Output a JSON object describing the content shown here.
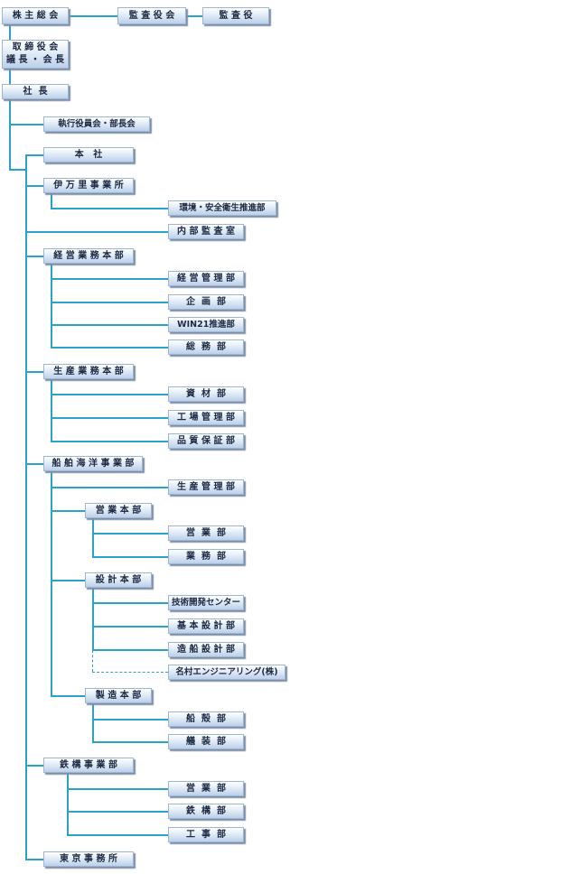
{
  "org": {
    "shareholders": "株 主 総 会",
    "auditors_board": "監 査 役 会",
    "auditor": "監 査 役",
    "board": "取 締 役 会\n議 長 ・ 会 長",
    "president": "社  長",
    "exec_committee": "執行役員会・部長会",
    "head_office": "本   社",
    "imari": "伊 万 里 事 業 所",
    "env_safety": "環境・安全衛生推進部",
    "internal_audit": "内 部 監 査 室",
    "mgmt_hq": "経 営 業 務 本 部",
    "mgmt_control": "経 営 管 理 部",
    "planning": "企  画  部",
    "win21": "WIN21推進部",
    "general_affairs": "総  務  部",
    "prod_hq": "生 産 業 務 本 部",
    "materials": "資  材  部",
    "factory_mgmt": "工 場 管 理 部",
    "quality": "品 質 保 証 部",
    "marine_div": "船 舶 海 洋 事 業 部",
    "prod_mgmt": "生 産 管 理 部",
    "sales_hq": "営 業 本 部",
    "sales": "営  業  部",
    "business": "業  務  部",
    "design_hq": "設 計 本 部",
    "tech_dev": "技術開発センター",
    "basic_design": "基 本 設 計 部",
    "ship_design": "造 船 設 計 部",
    "nakamura": "名村エンジニアリング(株)",
    "mfg_hq": "製 造 本 部",
    "hull": "船  殻  部",
    "outfitting": "艤  装  部",
    "steel_div": "鉄 構 事 業 部",
    "steel_sales": "営  業  部",
    "steel_struct": "鉄  構  部",
    "construction": "工  事  部",
    "tokyo": "東 京 事 務 所"
  },
  "colors": {
    "line": "#2aa2c9",
    "box_top": "#ffffff",
    "box_bottom": "#bcd0ea",
    "text": "#1d2a44"
  }
}
